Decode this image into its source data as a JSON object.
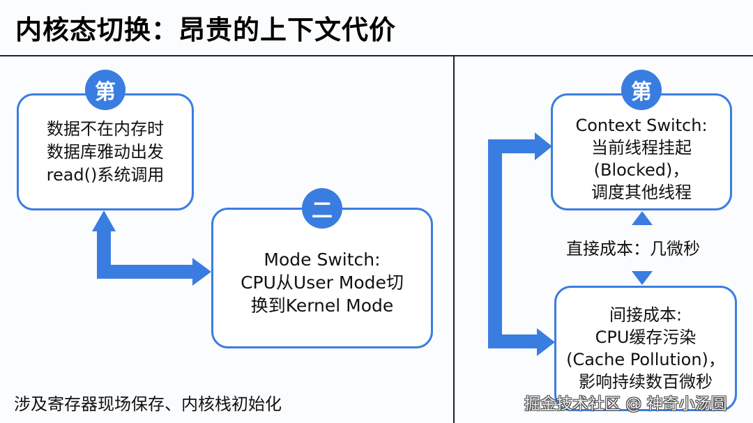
{
  "title": "内核态切换：昂贵的上下文代价",
  "colors": {
    "accent": "#3a7de0",
    "divider": "#222222",
    "background": "#fbfcfd"
  },
  "steps": [
    {
      "badge": "第",
      "lines": [
        "数据不在内存时",
        "数据库雅动出发",
        "read()系统调用"
      ]
    },
    {
      "badge": "二",
      "lines": [
        "Mode Switch:",
        "CPU从User Mode切",
        "换到Kernel Mode"
      ]
    },
    {
      "badge": "第",
      "lines": [
        "Context Switch:",
        "当前线程挂起",
        "(Blocked)，",
        "调度其他线程"
      ]
    },
    {
      "badge": "",
      "lines": [
        "间接成本:",
        "CPU缓存污染",
        "(Cache Pollution)，",
        "影响持续数百微秒"
      ]
    }
  ],
  "notes": {
    "left_footer": "涉及寄存器现场保存、内核栈初始化",
    "direct_cost": "直接成本：几微秒"
  },
  "watermark": "掘金技术社区 @ 神奇小汤圆",
  "icons": {
    "arrow_left_flow": "elbow-arrow-bidirectional",
    "arrow_right_flow": "bracket-arrow-bidirectional",
    "arrow_up": "triangle-up",
    "arrow_down": "triangle-down"
  }
}
